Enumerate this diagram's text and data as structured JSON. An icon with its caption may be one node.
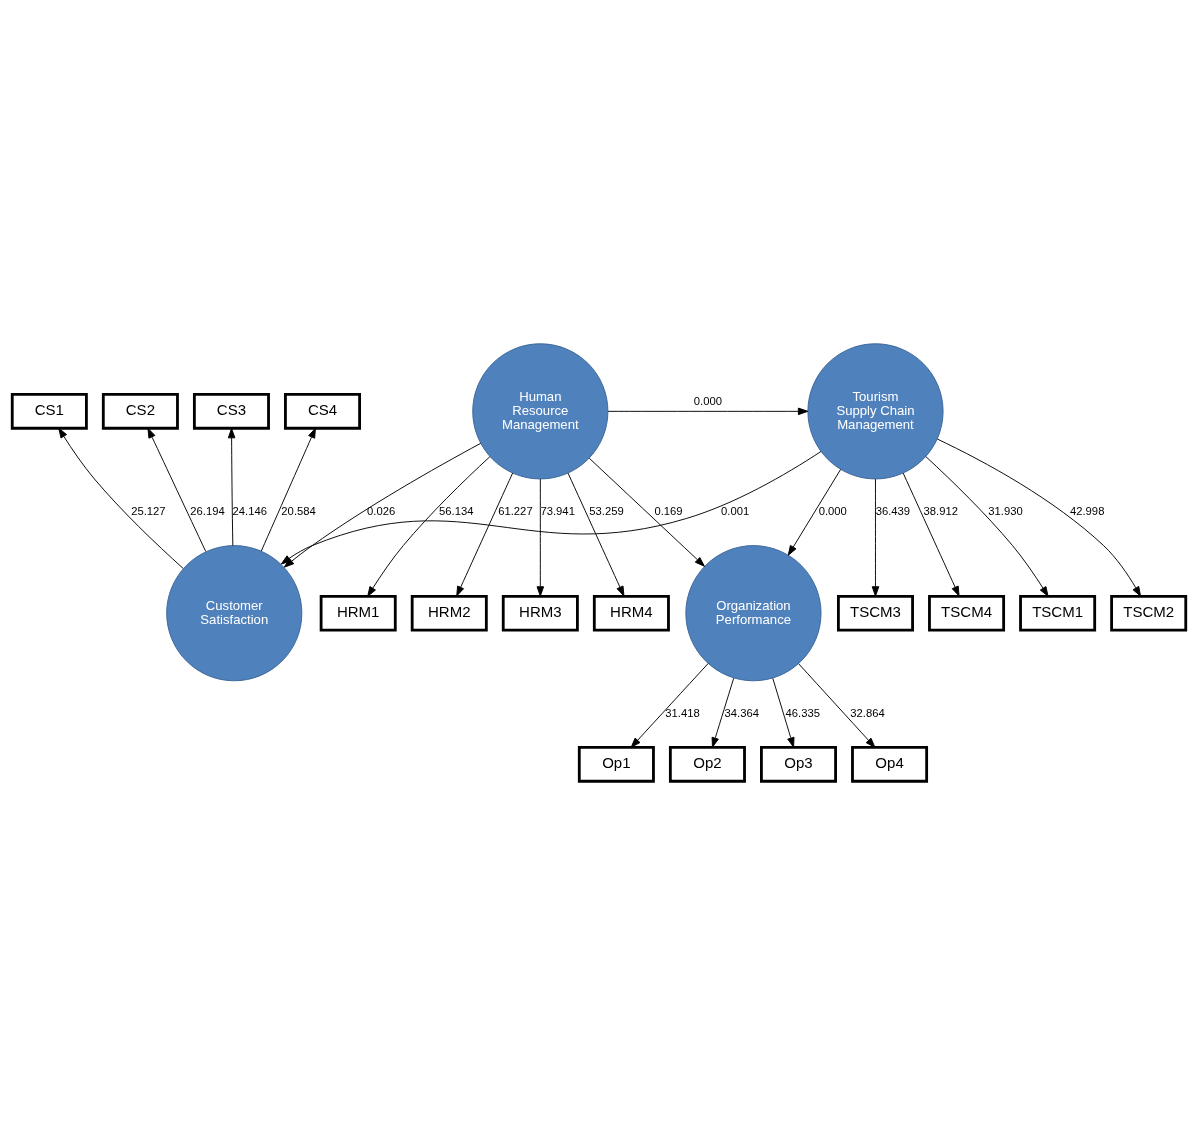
{
  "diagram": {
    "nodes": [
      {
        "text": [
          "CS1"
        ]
      },
      {
        "text": [
          "CS2"
        ]
      },
      {
        "text": [
          "CS3"
        ]
      },
      {
        "text": [
          "CS4"
        ]
      },
      {
        "text": [
          "Customer Satisfaction"
        ]
      },
      {
        "text": [
          "HRM1"
        ]
      },
      {
        "text": [
          "HRM2"
        ]
      },
      {
        "text": [
          "HRM3"
        ]
      },
      {
        "text": [
          "HRM4"
        ]
      },
      {
        "text": [
          "Human Resource Management"
        ]
      },
      {
        "text": [
          "Tourism Supply Chain Management"
        ]
      },
      {
        "text": [
          "TSCM1"
        ]
      },
      {
        "text": [
          "TSCM2"
        ]
      },
      {
        "text": [
          "TSCM3"
        ]
      },
      {
        "text": [
          "TSCM4"
        ]
      },
      {
        "text": [
          "Op1"
        ]
      },
      {
        "text": [
          "Op2"
        ]
      },
      {
        "text": [
          "Op3"
        ]
      },
      {
        "text": [
          "Op4"
        ]
      },
      {
        "text": [
          "Organization Performance"
        ]
      }
    ],
    "edges": [
      {
        "from": 4,
        "to": 0,
        "arrow": "to",
        "label": "25.127"
      },
      {
        "from": 4,
        "to": 1,
        "arrow": "to",
        "label": "26.194"
      },
      {
        "from": 4,
        "to": 2,
        "arrow": "to",
        "label": "24.146"
      },
      {
        "from": 4,
        "to": 3,
        "arrow": "to",
        "label": "20.584"
      },
      {
        "from": 9,
        "to": 4,
        "arrow": "to",
        "label": "0.026"
      },
      {
        "from": 10,
        "to": 4,
        "arrow": "to",
        "label": "0.001"
      },
      {
        "from": 9,
        "to": 5,
        "arrow": "to",
        "label": "56.134"
      },
      {
        "from": 9,
        "to": 6,
        "arrow": "to",
        "label": "61.227"
      },
      {
        "from": 9,
        "to": 7,
        "arrow": "to",
        "label": "73.941"
      },
      {
        "from": 9,
        "to": 8,
        "arrow": "to",
        "label": "53.259"
      },
      {
        "from": 9,
        "to": 10,
        "arrow": "to",
        "label": "0.000"
      },
      {
        "from": 10,
        "to": 11,
        "arrow": "to",
        "label": "31.930"
      },
      {
        "from": 10,
        "to": 12,
        "arrow": "to",
        "label": "42.998"
      },
      {
        "from": 10,
        "to": 13,
        "arrow": "to",
        "label": "36.439"
      },
      {
        "from": 10,
        "to": 14,
        "arrow": "to",
        "label": "38.912"
      },
      {
        "from": 9,
        "to": 19,
        "arrow": "to",
        "label": "0.169"
      },
      {
        "from": 10,
        "to": 19,
        "arrow": "to",
        "label": "0.000"
      },
      {
        "from": 19,
        "to": 15,
        "arrow": "to",
        "label": "31.418"
      },
      {
        "from": 19,
        "to": 16,
        "arrow": "to",
        "label": "34.364"
      },
      {
        "from": 19,
        "to": 17,
        "arrow": "to",
        "label": "46.335"
      },
      {
        "from": 19,
        "to": 18,
        "arrow": "to",
        "label": "32.864"
      }
    ]
  }
}
